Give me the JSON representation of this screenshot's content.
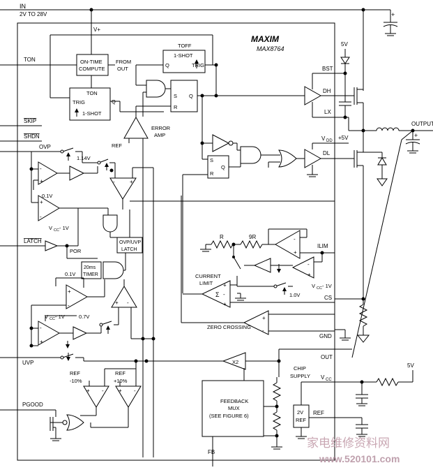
{
  "diagram": {
    "chip": {
      "name": "MAX8764"
    },
    "supply_in": {
      "name": "IN",
      "range": "2V TO 28V"
    },
    "vplus": "V+",
    "left_pins": {
      "ton": "TON",
      "skip": "SKIP",
      "shdn": "SHDN",
      "ovp": "OVP",
      "latch": "LATCH",
      "uvp": "UVP",
      "pgood": "PGOOD"
    },
    "right_pins": {
      "bst": "BST",
      "dh": "DH",
      "lx": "LX",
      "vdd_main": "V",
      "vdd_sub": "DD",
      "dl": "DL",
      "ilim": "ILIM",
      "cs": "CS",
      "gnd": "GND",
      "out": "OUT",
      "vcc_main": "V",
      "vcc_sub": "CC",
      "ref": "REF",
      "fb": "FB"
    },
    "blocks": {
      "on_time": {
        "line1": "ON-TIME",
        "line2": "COMPUTE"
      },
      "from_out": {
        "line1": "FROM",
        "line2": "OUT"
      },
      "ton_block": "TON",
      "trig": "TRIG",
      "one_shot": "1-SHOT",
      "toff": "TOFF",
      "toff_one_shot": "1-SHOT",
      "toff_q": "Q",
      "toff_trig": "TRIG",
      "ton_q": "Q",
      "sr_s": "S",
      "sr_r": "R",
      "sr_q": "Q",
      "error_amp": {
        "line1": "ERROR",
        "line2": "AMP"
      },
      "ref_small": "REF",
      "ovp_uvp_latch": {
        "line1": "OVP/UVP",
        "line2": "LATCH"
      },
      "timer": {
        "line1": "20ms",
        "line2": "TIMER"
      },
      "por": "POR",
      "current_limit": {
        "line1": "CURRENT",
        "line2": "LIMIT"
      },
      "zero_crossing": "ZERO CROSSING",
      "x2": "X2",
      "feedback_mux": {
        "line1": "FEEDBACK",
        "line2": "MUX",
        "line3": "(SEE FIGURE 6)"
      },
      "chip_supply": {
        "line1": "CHIP",
        "line2": "SUPPLY"
      },
      "ref_2v": {
        "line1": "2V",
        "line2": "REF"
      },
      "sigma": "Σ"
    },
    "labels": {
      "v114": "1.14V",
      "v01a": "0.1V",
      "vcc_minus_1v_a": "V",
      "cc_sub": "CC",
      "minus_1v": " - 1V",
      "v01b": "0.1V",
      "v07": "0.7V",
      "v10": "1.0V",
      "ref_minus10": "REF",
      "minus10": "-10%",
      "ref_plus10": "REF",
      "plus10": "+10%",
      "r": "R",
      "r9": "9R",
      "plus5v_top": "5V",
      "plus5v_right": "+5V",
      "output": "OUTPUT",
      "ext_5v": "5V",
      "watermark1": "家电维修资料网",
      "watermark2": "www.520101.com"
    }
  }
}
